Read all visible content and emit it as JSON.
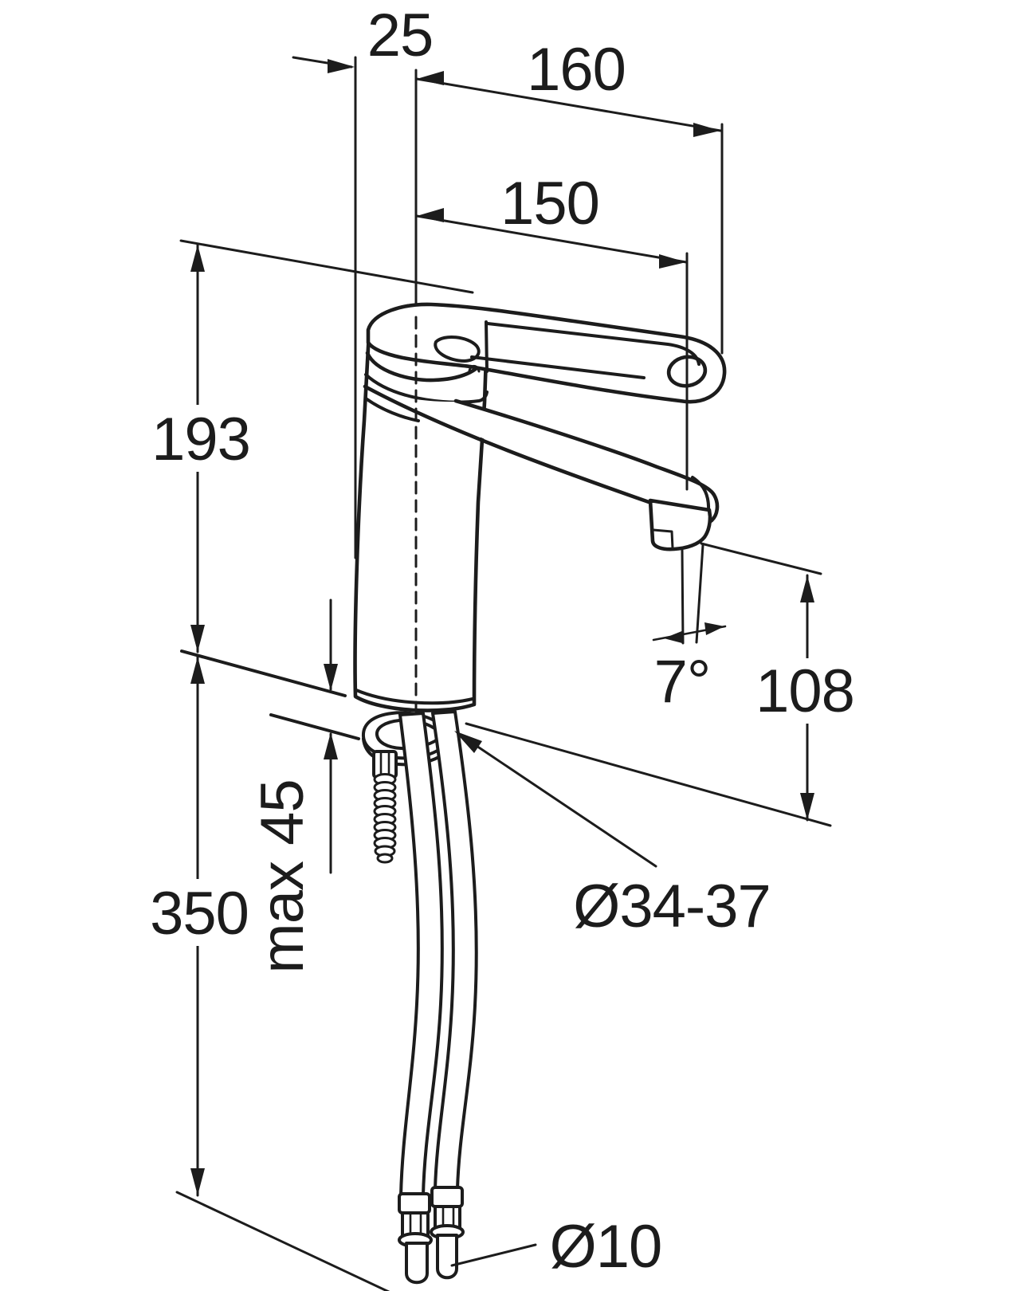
{
  "figure": {
    "kind": "technical dimension drawing",
    "subject": "single-lever basin mixer faucet with flexible supply hoses, installation dimensions",
    "background": "#ffffff",
    "line_color": "#1c1c1c",
    "units": "mm"
  },
  "annotations": {
    "offset_top": "25",
    "reach_handle": "160",
    "reach_spout": "150",
    "height_total": "193",
    "spout_angle": "7°",
    "spout_height": "108",
    "deck_thickness": "max 45",
    "hose_length": "350",
    "hole_diameter": "Ø34-37",
    "pipe_diameter": "Ø10"
  }
}
